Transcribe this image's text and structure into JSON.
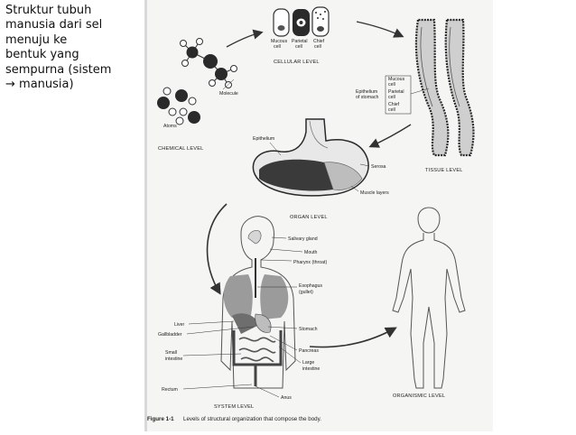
{
  "caption": {
    "lines": [
      "Struktur tubuh",
      "manusia dari sel",
      "menuju ke",
      "bentuk yang",
      "sempurna (sistem"
    ],
    "arrow_glyph": "→",
    "last_line_text": "manusia)"
  },
  "figure": {
    "levels": {
      "chemical": "CHEMICAL LEVEL",
      "cellular": "CELLULAR LEVEL",
      "tissue": "TISSUE LEVEL",
      "organ": "ORGAN LEVEL",
      "system": "SYSTEM LEVEL",
      "organismic": "ORGANISMIC LEVEL"
    },
    "chemical": {
      "atoms": "Atoms",
      "molecule": "Molecule"
    },
    "cellular": {
      "cells": [
        {
          "line1": "Mucous",
          "line2": "cell"
        },
        {
          "line1": "Parietal",
          "line2": "cell"
        },
        {
          "line1": "Chief",
          "line2": "cell"
        }
      ]
    },
    "tissue": {
      "epithelium_1": "Epithelium",
      "epithelium_2": "of stomach",
      "mucous_1": "Mucous",
      "mucous_2": "cell",
      "parietal_1": "Parietal",
      "parietal_2": "cell",
      "chief_1": "Chief",
      "chief_2": "cell"
    },
    "organ": {
      "epithelium": "Epithelium",
      "serosa": "Serosa",
      "muscle": "Muscle layers"
    },
    "system": {
      "salivary": "Salivary gland",
      "mouth": "Mouth",
      "pharynx": "Pharynx (throat)",
      "esophagus_1": "Esophagus",
      "esophagus_2": "(gullet)",
      "stomach": "Stomach",
      "pancreas": "Pancreas",
      "large_1": "Large",
      "large_2": "intestine",
      "anus": "Anus",
      "liver": "Liver",
      "gallbladder": "Gallbladder",
      "small_1": "Small",
      "small_2": "intestine",
      "rectum": "Rectum"
    },
    "figure_number": "Figure 1-1",
    "figure_caption": "Levels of structural organization that compose the body."
  }
}
